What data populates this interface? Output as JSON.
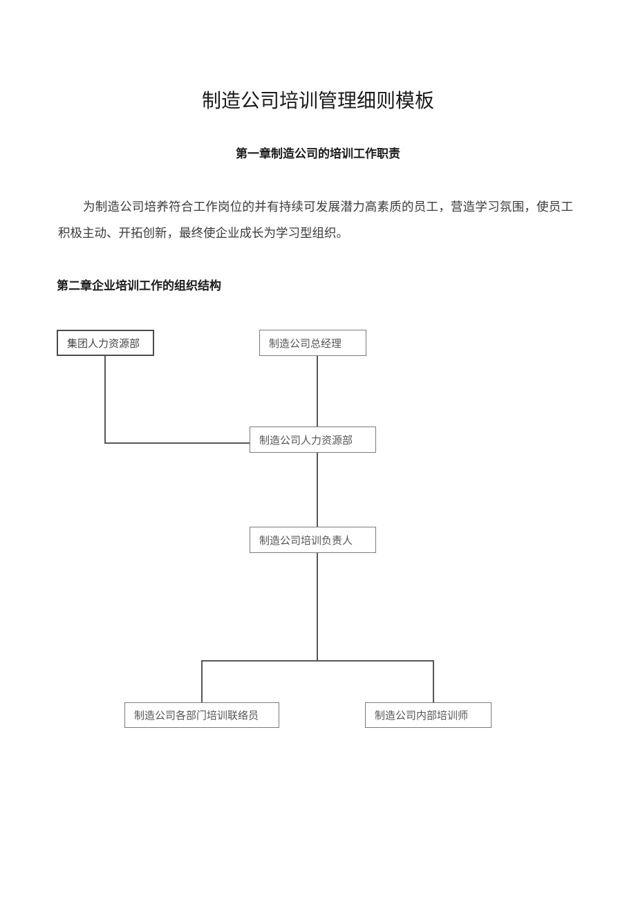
{
  "document": {
    "title": "制造公司培训管理细则模板",
    "chapter1": {
      "heading": "第一章制造公司的培训工作职责",
      "paragraph": "为制造公司培养符合工作岗位的并有持续可发展潜力高素质的员工，营造学习氛围，使员工积极主动、开拓创新，最终使企业成长为学习型组织。"
    },
    "chapter2": {
      "heading": "第二章企业培训工作的组织结构"
    }
  },
  "org_chart": {
    "nodes": [
      {
        "id": "group_hr",
        "label": "集团人力资源部"
      },
      {
        "id": "gm",
        "label": "制造公司总经理"
      },
      {
        "id": "company_hr",
        "label": "制造公司人力资源部"
      },
      {
        "id": "training_lead",
        "label": "制造公司培训负责人"
      },
      {
        "id": "dept_liaison",
        "label": "制造公司各部门培训联络员"
      },
      {
        "id": "internal_trainer",
        "label": "制造公司内部培训师"
      }
    ],
    "edges": [
      {
        "from": "group_hr",
        "to": "company_hr"
      },
      {
        "from": "gm",
        "to": "company_hr"
      },
      {
        "from": "company_hr",
        "to": "training_lead"
      },
      {
        "from": "training_lead",
        "to": "dept_liaison"
      },
      {
        "from": "training_lead",
        "to": "internal_trainer"
      }
    ]
  }
}
